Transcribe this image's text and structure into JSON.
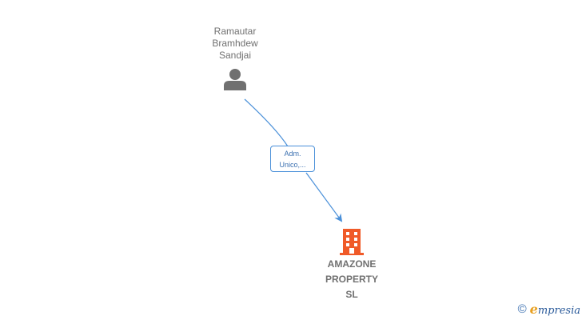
{
  "nodes": {
    "person": {
      "name_lines": [
        "Ramautar",
        "Bramhdew",
        "Sandjai"
      ],
      "icon": "person-icon",
      "color": "#707070"
    },
    "company": {
      "name_lines": [
        "AMAZONE",
        "PROPERTY",
        "SL"
      ],
      "icon": "building-icon",
      "color": "#f05a28"
    }
  },
  "edges": [
    {
      "from": "person",
      "to": "company",
      "label_lines": [
        "Adm.",
        "Unico,..."
      ],
      "color": "#4a90d9"
    }
  ],
  "footer": {
    "copyright_symbol": "©",
    "brand_initial": "e",
    "brand_rest": "mpresia"
  }
}
